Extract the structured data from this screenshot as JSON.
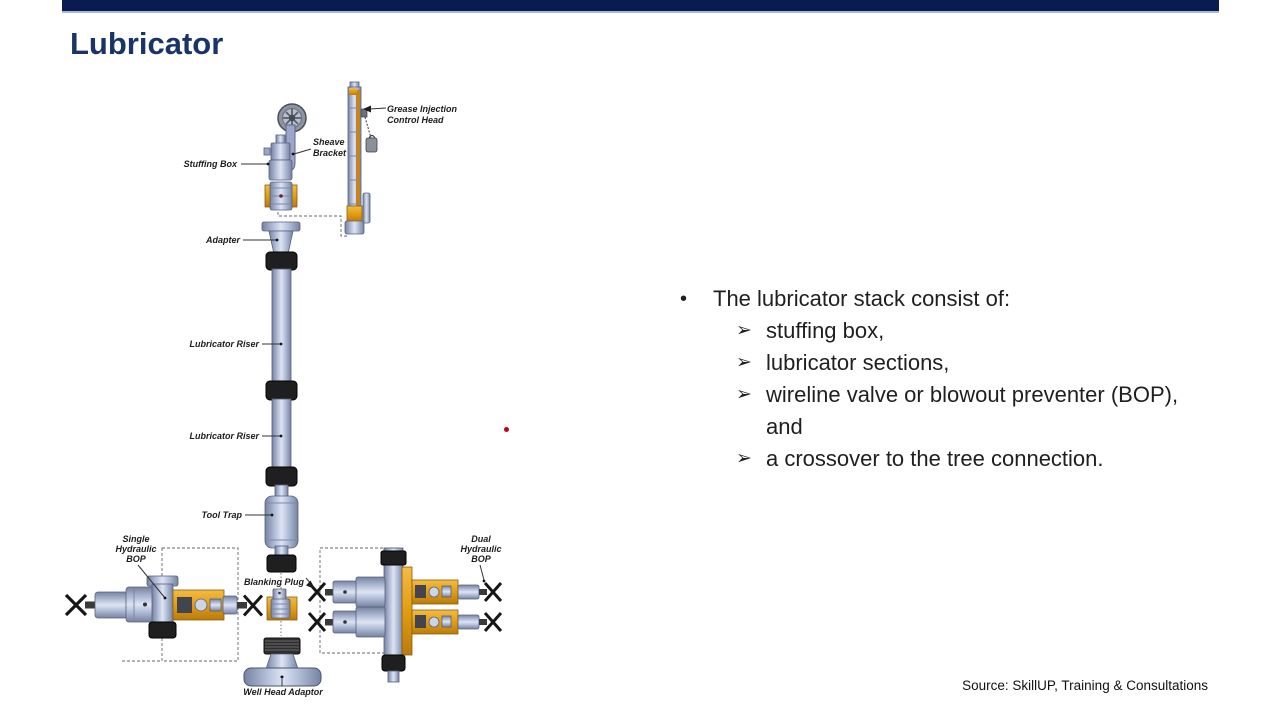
{
  "slide": {
    "title": "Lubricator",
    "source": "Source: SkillUP, Training & Consultations"
  },
  "bullets": {
    "main_glyph": "•",
    "marker_glyph": "➢",
    "main": "The lubricator stack consist of:",
    "items": [
      "stuffing box,",
      "lubricator sections,",
      "wireline valve or blowout preventer (BOP), and",
      "a crossover to the tree connection."
    ]
  },
  "diagram": {
    "labels": {
      "grease_line1": "Grease Injection",
      "grease_line2": "Control Head",
      "sheave_line1": "Sheave",
      "sheave_line2": "Bracket",
      "stuffing_box": "Stuffing Box",
      "adapter": "Adapter",
      "lubricator_riser_1": "Lubricator Riser",
      "lubricator_riser_2": "Lubricator Riser",
      "tool_trap": "Tool Trap",
      "single_bop_line1": "Single",
      "single_bop_line2": "Hydraulic",
      "single_bop_line3": "BOP",
      "dual_bop_line1": "Dual",
      "dual_bop_line2": "Hydraulic",
      "dual_bop_line3": "BOP",
      "blanking_plug": "Blanking Plug",
      "well_head_adaptor": "Well Head Adaptor"
    }
  },
  "colors": {
    "accent_bar": "#0a1b52",
    "accent_bar_underline": "#a9b8dc",
    "title_text": "#183468",
    "body_text": "#1f1f1f",
    "steel_blue": "#a9b5d3",
    "gold": "#e8a31f",
    "band_black": "#1f1f1f",
    "laser_dot": "#c40022"
  }
}
